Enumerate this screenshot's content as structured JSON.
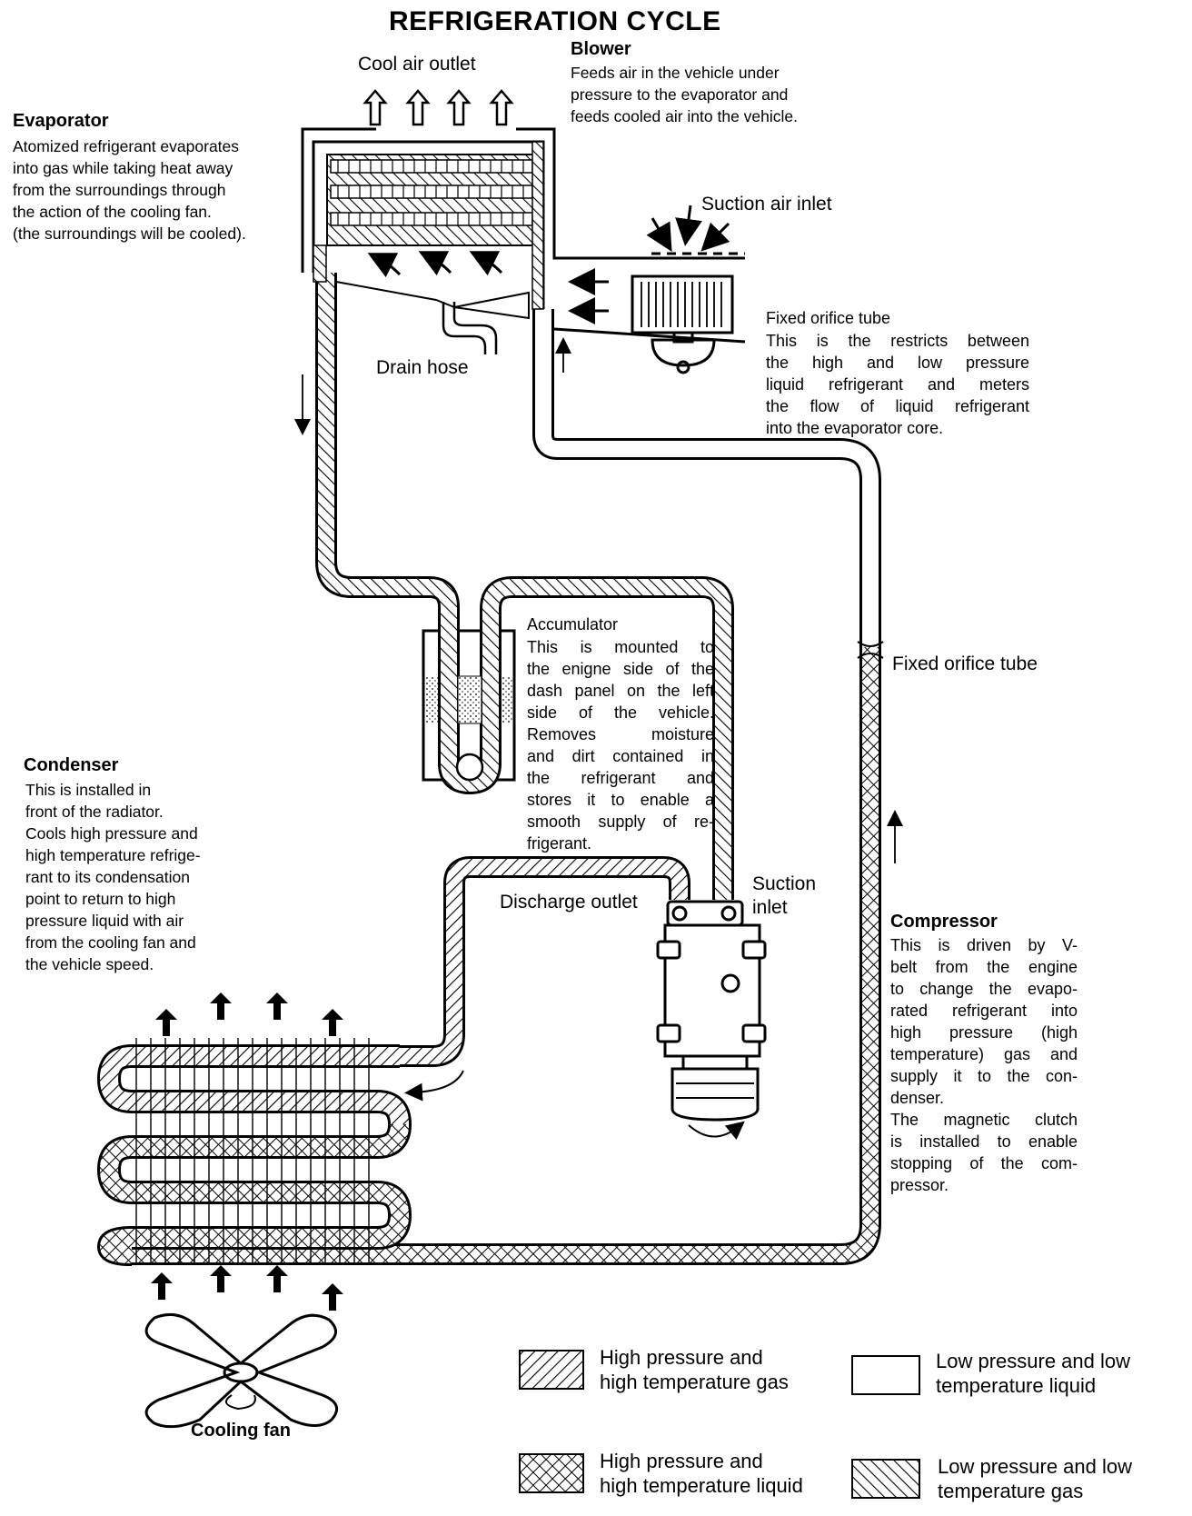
{
  "title": "REFRIGERATION CYCLE",
  "blower": {
    "heading": "Blower",
    "lines": [
      "Feeds air in the vehicle under",
      "pressure to the evaporator and",
      "feeds cooled air into the vehicle."
    ]
  },
  "cool_air_outlet": "Cool air outlet",
  "evaporator": {
    "heading": "Evaporator",
    "lines": [
      "Atomized refrigerant evaporates",
      "into gas while taking heat away",
      "from the surroundings through",
      "the action of the cooling fan.",
      "(the surroundings will be cooled)."
    ]
  },
  "suction_air_inlet": "Suction air inlet",
  "fixed_orifice_top": {
    "heading": "Fixed orifice tube",
    "lines": [
      "This is the restricts between",
      "the high and low pressure",
      "liquid refrigerant and meters",
      "the flow of liquid refrigerant",
      "into the evaporator core."
    ]
  },
  "drain_hose": "Drain hose",
  "accumulator": {
    "heading": "Accumulator",
    "lines": [
      "This is mounted to",
      "the enigne side of the",
      "dash panel on the left",
      "side of the vehicle.",
      "Removes moisture",
      "and dirt contained in",
      "the refrigerant and",
      "stores it to enable a",
      "smooth supply of re-",
      "frigerant."
    ]
  },
  "fixed_orifice_side": "Fixed orifice tube",
  "condenser": {
    "heading": "Condenser",
    "lines": [
      "This is installed in",
      "front of the radiator.",
      "Cools high pressure and",
      "high temperature refrige-",
      "rant to its condensation",
      "point to return to high",
      "pressure liquid with air",
      "from the cooling fan and",
      "the vehicle speed."
    ]
  },
  "suction_inlet": [
    "Suction",
    "inlet"
  ],
  "discharge_outlet": "Discharge outlet",
  "compressor": {
    "heading": "Compressor",
    "lines": [
      "This is driven by V-",
      "belt from the engine",
      "to change the evapo-",
      "rated refrigerant into",
      "high pressure (high",
      "temperature) gas and",
      "supply it to the con-",
      "denser.",
      "The magnetic clutch",
      "is installed to enable",
      "stopping of the com-",
      "pressor."
    ]
  },
  "cooling_fan": "Cooling fan",
  "legend": [
    {
      "pattern": "single-hatch",
      "lines": [
        "High pressure and",
        "high temperature gas"
      ]
    },
    {
      "pattern": "empty",
      "lines": [
        "Low pressure and low",
        "temperature liquid"
      ]
    },
    {
      "pattern": "cross-hatch",
      "lines": [
        "High pressure and",
        "high temperature liquid"
      ]
    },
    {
      "pattern": "reverse-hatch",
      "lines": [
        "Low pressure and low",
        "temperature gas"
      ]
    }
  ]
}
